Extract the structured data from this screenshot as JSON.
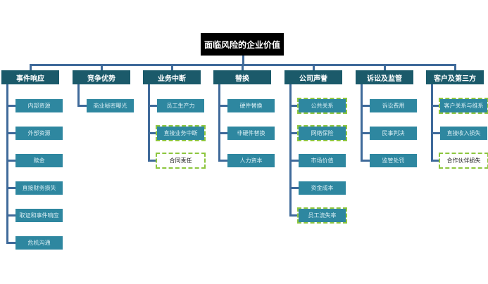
{
  "root": {
    "label": "面临风险的企业价值"
  },
  "colors": {
    "root_bg": "#000000",
    "category_bg": "#1b5a6a",
    "leaf_bg": "#2e87a0",
    "connector": "#3f6a9a",
    "highlight_dash": "#8dc63f"
  },
  "categories": [
    {
      "label": "事件响应",
      "items": [
        {
          "label": "内部资源",
          "style": "normal"
        },
        {
          "label": "外部资源",
          "style": "normal"
        },
        {
          "label": "赎金",
          "style": "normal"
        },
        {
          "label": "直接财务损失",
          "style": "normal"
        },
        {
          "label": "取证和事件响应",
          "style": "normal"
        },
        {
          "label": "危机沟通",
          "style": "normal"
        }
      ]
    },
    {
      "label": "竞争优势",
      "items": [
        {
          "label": "商业秘密曝光",
          "style": "normal"
        }
      ]
    },
    {
      "label": "业务中断",
      "items": [
        {
          "label": "员工生产力",
          "style": "normal"
        },
        {
          "label": "直接业务中断",
          "style": "highlight"
        },
        {
          "label": "合同责任",
          "style": "highlight-white"
        }
      ]
    },
    {
      "label": "替换",
      "items": [
        {
          "label": "硬件替换",
          "style": "normal"
        },
        {
          "label": "非硬件替换",
          "style": "normal"
        },
        {
          "label": "人力资本",
          "style": "normal"
        }
      ]
    },
    {
      "label": "公司声誉",
      "items": [
        {
          "label": "公共关系",
          "style": "highlight"
        },
        {
          "label": "网络保险",
          "style": "highlight"
        },
        {
          "label": "市场价值",
          "style": "normal"
        },
        {
          "label": "资金成本",
          "style": "normal"
        },
        {
          "label": "员工流失率",
          "style": "highlight"
        }
      ]
    },
    {
      "label": "诉讼及监管",
      "items": [
        {
          "label": "诉讼费用",
          "style": "normal"
        },
        {
          "label": "民事判决",
          "style": "normal"
        },
        {
          "label": "监管处罚",
          "style": "normal"
        }
      ]
    },
    {
      "label": "客户及第三方",
      "items": [
        {
          "label": "客户关系与维系",
          "style": "highlight"
        },
        {
          "label": "直接收入损失",
          "style": "normal"
        },
        {
          "label": "合作伙伴损失",
          "style": "highlight-white"
        }
      ]
    }
  ]
}
